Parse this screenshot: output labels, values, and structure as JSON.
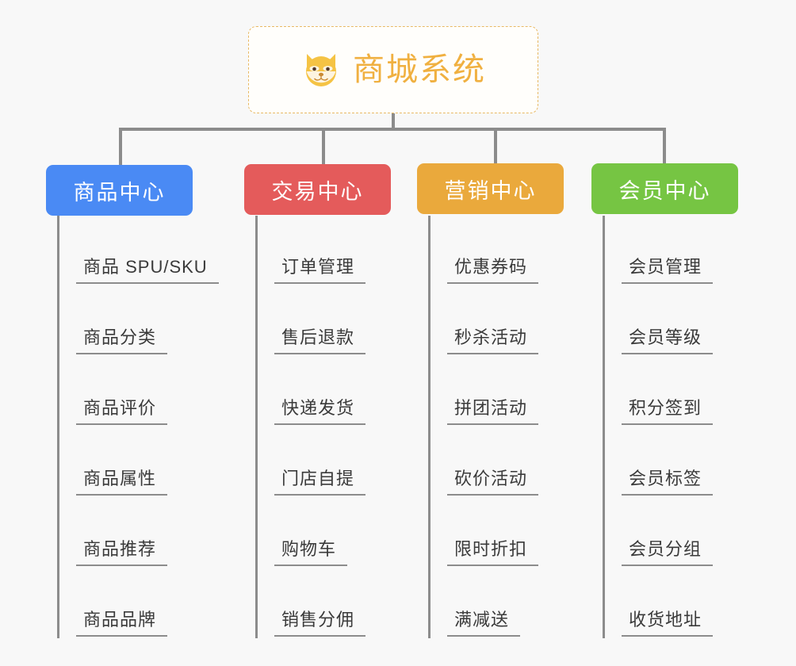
{
  "root": {
    "title": "商城系统",
    "icon": "dog-face-icon",
    "text_color": "#f0b040",
    "border_color": "#e8b964",
    "background": "#fffefb"
  },
  "canvas": {
    "background": "#f8f8f8",
    "connector_color": "#8c8c8c"
  },
  "columns": [
    {
      "header": "商品中心",
      "color": "#4a8af4",
      "items": [
        "商品 SPU/SKU",
        "商品分类",
        "商品评价",
        "商品属性",
        "商品推荐",
        "商品品牌"
      ]
    },
    {
      "header": "交易中心",
      "color": "#e45b5b",
      "items": [
        "订单管理",
        "售后退款",
        "快递发货",
        "门店自提",
        "购物车",
        "销售分佣"
      ]
    },
    {
      "header": "营销中心",
      "color": "#eaa93c",
      "items": [
        "优惠券码",
        "秒杀活动",
        "拼团活动",
        "砍价活动",
        "限时折扣",
        "满减送"
      ]
    },
    {
      "header": "会员中心",
      "color": "#76c543",
      "items": [
        "会员管理",
        "会员等级",
        "积分签到",
        "会员标签",
        "会员分组",
        "收货地址"
      ]
    }
  ]
}
